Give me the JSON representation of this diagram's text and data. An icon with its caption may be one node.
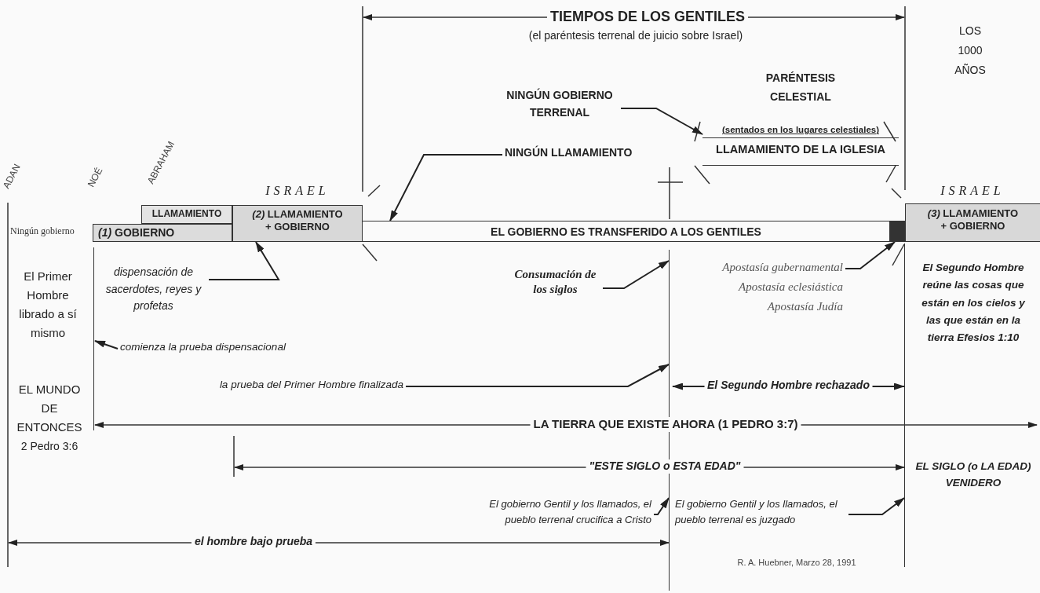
{
  "diagram": {
    "nodes": [
      {
        "text": [
          "*(1)* GOBIERNO"
        ]
      },
      {
        "text": [
          "LLAMAMIENTO"
        ]
      },
      {
        "text": [
          "*(2)* LLAMAMIENTO + GOBIERNO"
        ],
        "beside": [
          "ISRAEL"
        ]
      },
      {
        "text": [
          "EL GOBIERNO ES TRANSFERIDO A LOS GENTILES"
        ]
      },
      {
        "text": [],
        "shape": "box"
      },
      {
        "text": [
          "*(3)* LLAMAMIENTO + GOBIERNO"
        ],
        "beside": [
          "ISRAEL"
        ]
      },
      {
        "text": [
          "(sentados en los lugares celestiales)",
          "LLAMAMIENTO DE LA IGLESIA"
        ]
      },
      {
        "text": [
          "NINGÚN GOBIERNO TERRENAL"
        ]
      },
      {
        "text": [
          "NINGÚN LLAMAMIENTO"
        ]
      },
      {
        "text": [
          "dispensación de sacerdotes, reyes y profetas"
        ]
      },
      {
        "text": [
          "Consumación de los siglos"
        ]
      },
      {
        "text": [
          "Apostasía gubernamental"
        ]
      },
      {
        "text": [
          "comienza la prueba dispensacional"
        ]
      },
      {
        "text": [
          "la prueba del Primer Hombre finalizada"
        ]
      },
      {
        "text": [
          "El gobierno Gentil y los llamados, el pueblo terrenal crucifica a Cristo"
        ]
      },
      {
        "text": [
          "El gobierno Gentil y los llamados, el pueblo terrenal es juzgado"
        ]
      },
      {
        "text": [],
        "shape": "line"
      },
      {
        "text": [],
        "shape": "line"
      },
      {
        "text": [],
        "shape": "line"
      }
    ],
    "edges": [
      {
        "from": 7,
        "to": 6,
        "arrow": "to"
      },
      {
        "from": 8,
        "to": 3,
        "arrow": "to"
      },
      {
        "from": 9,
        "to": 2,
        "arrow": "to"
      },
      {
        "from": 10,
        "to": 17,
        "arrow": "to"
      },
      {
        "from": 11,
        "to": 4,
        "arrow": "to"
      },
      {
        "from": 12,
        "to": 16,
        "arrow": "to"
      },
      {
        "from": 13,
        "to": 17,
        "arrow": "to"
      },
      {
        "from": 14,
        "to": 17,
        "arrow": "to"
      },
      {
        "from": 15,
        "to": 18,
        "arrow": "to"
      },
      {
        "from": 17,
        "to": 18,
        "arrow": "both",
        "label": "El Segundo Hombre rechazado"
      }
    ],
    "labels": [
      "ADAN",
      "NOÉ",
      "ABRAHAM",
      "Ningún gobierno",
      "TIEMPOS DE LOS GENTILES",
      "(el paréntesis terrenal de juicio sobre Israel)",
      "LOS 1000 AÑOS",
      "PARÉNTESIS CELESTIAL",
      "El Primer Hombre librado a sí mismo",
      "Apostasía eclesiástica",
      "Apostasía Judía",
      "El Segundo Hombre reúne las cosas que están en los cielos y las que están en la tierra Efesios 1:10",
      "EL MUNDO DE ENTONCES",
      "2 Pedro 3:6",
      "LA TIERRA QUE EXISTE AHORA (1 PEDRO 3:7)",
      "\"ESTE SIGLO o ESTA EDAD\"",
      "EL SIGLO (o LA EDAD) VENIDERO",
      "el hombre bajo prueba",
      "R. A. Huebner, Marzo 28, 1991"
    ]
  }
}
